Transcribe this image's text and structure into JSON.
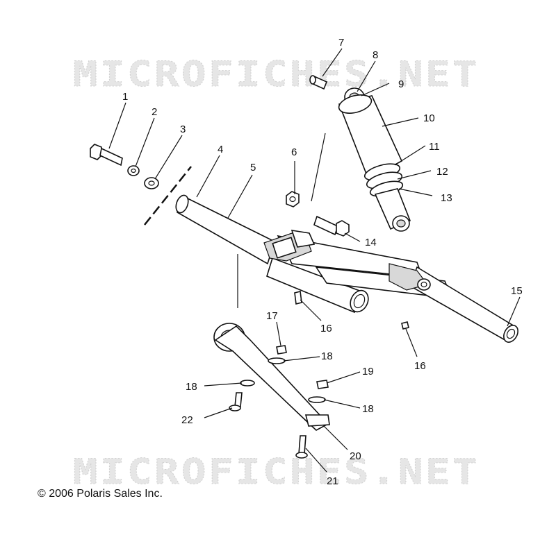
{
  "watermark_text": "MICROFICHES.NET",
  "copyright": "© 2006 Polaris Sales Inc.",
  "callouts": [
    "1",
    "2",
    "3",
    "4",
    "5",
    "6",
    "7",
    "8",
    "9",
    "10",
    "11",
    "12",
    "13",
    "14",
    "15",
    "16",
    "16",
    "17",
    "18",
    "18",
    "18",
    "19",
    "20",
    "21",
    "22"
  ]
}
